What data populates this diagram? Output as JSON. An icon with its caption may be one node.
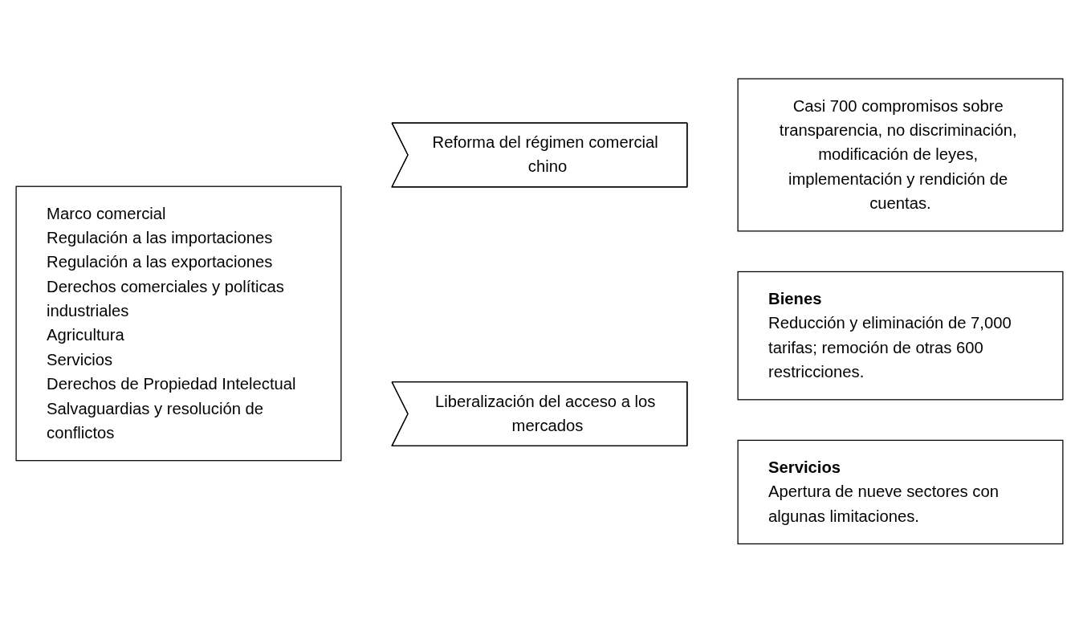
{
  "diagram": {
    "nodes": [
      {
        "text": [
          "Marco comercial",
          "Regulación a las importaciones",
          "Regulación a las exportaciones",
          "Derechos comerciales y políticas industriales",
          "Agricultura",
          "Servicios",
          "Derechos de Propiedad Intelectual",
          "Salvaguardias y resolución de conflictos"
        ]
      },
      {
        "text": [
          "Reforma del régimen comercial chino"
        ]
      },
      {
        "text": [
          "Casi 700 compromisos sobre transparencia, no discriminación, modificación de leyes, implementación y rendición de cuentas."
        ]
      },
      {
        "text": [
          "Liberalización del acceso a los mercados"
        ]
      },
      {
        "text": [
          "Bienes",
          "Reducción y eliminación de 7,000 tarifas; remoción de otras 600 restricciones."
        ]
      },
      {
        "text": [
          "Servicios",
          "Apertura de nueve sectores con algunas limitaciones."
        ]
      }
    ],
    "edges": []
  }
}
